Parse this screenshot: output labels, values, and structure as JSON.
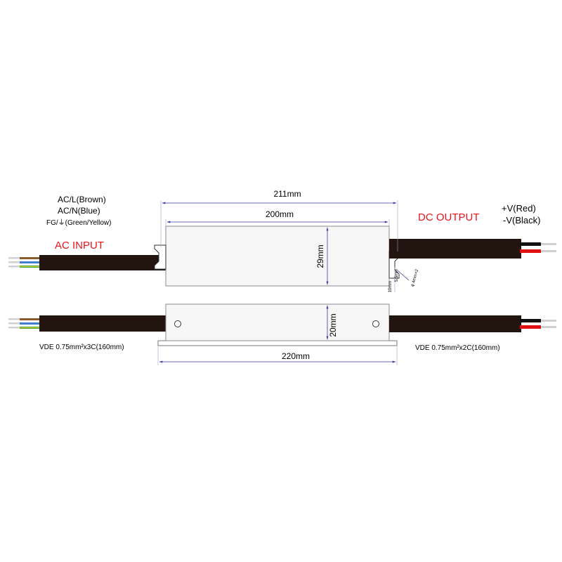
{
  "labels": {
    "ac_input": "AC INPUT",
    "dc_output": "DC OUTPUT",
    "ac_l": "AC/L(Brown)",
    "ac_n": "AC/N(Blue)",
    "fg": "FG/⏚(Green/Yellow)",
    "v_plus": "+V(Red)",
    "v_minus": "-V(Black)",
    "cable_in": "VDE  0.75mm²x3C(160mm)",
    "cable_out": "VDE  0.75mm²x2C(160mm)"
  },
  "dimensions": {
    "overall_length": "211mm",
    "case_length": "200mm",
    "height_top": "29mm",
    "height_side": "20mm",
    "mount_length": "220mm",
    "small_a": "10mm",
    "small_b": "5.5mm",
    "hole": "ϕ 4mm×2"
  },
  "colors": {
    "label_red": "#e8141b",
    "dimension_line": "#3a3aa0",
    "cable_black": "#221510",
    "wire_brown": "#8b5a2b",
    "wire_blue": "#3f7fd0",
    "wire_green_yellow": "#3da13d",
    "wire_red": "#e01010"
  }
}
